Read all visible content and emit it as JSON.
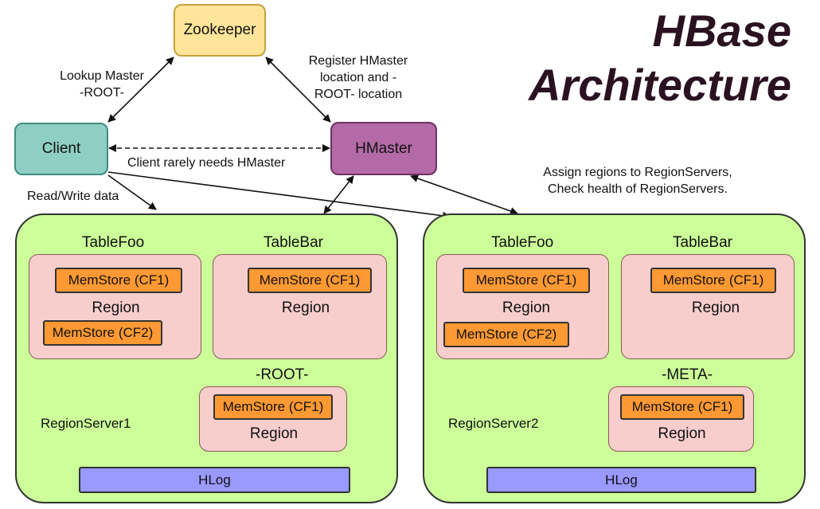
{
  "title": {
    "line1": "HBase",
    "line2": "Architecture"
  },
  "nodes": {
    "zookeeper": "Zookeeper",
    "client": "Client",
    "hmaster": "HMaster"
  },
  "edge_labels": {
    "lookup_master": [
      "Lookup Master",
      "-ROOT-"
    ],
    "register_hmaster": [
      "Register HMaster",
      "location and -",
      "ROOT- location"
    ],
    "client_rarely": "Client rarely needs HMaster",
    "read_write": "Read/Write data",
    "assign_regions": [
      "Assign regions to RegionServers,",
      "Check health of RegionServers."
    ]
  },
  "region_servers": [
    {
      "name": "RegionServer1",
      "table_left": "TableFoo",
      "table_right": "TableBar",
      "region_left": {
        "label": "Region",
        "memstores": [
          "MemStore (CF1)",
          "MemStore (CF2)"
        ]
      },
      "region_right": {
        "label": "Region",
        "memstores": [
          "MemStore (CF1)"
        ]
      },
      "special_table": "-ROOT-",
      "special_region": {
        "label": "Region",
        "memstores": [
          "MemStore (CF1)"
        ]
      },
      "hlog": "HLog"
    },
    {
      "name": "RegionServer2",
      "table_left": "TableFoo",
      "table_right": "TableBar",
      "region_left": {
        "label": "Region",
        "memstores": [
          "MemStore (CF1)",
          "MemStore (CF2)"
        ]
      },
      "region_right": {
        "label": "Region",
        "memstores": [
          "MemStore (CF1)"
        ]
      },
      "special_table": "-META-",
      "special_region": {
        "label": "Region",
        "memstores": [
          "MemStore (CF1)"
        ]
      },
      "hlog": "HLog"
    }
  ]
}
